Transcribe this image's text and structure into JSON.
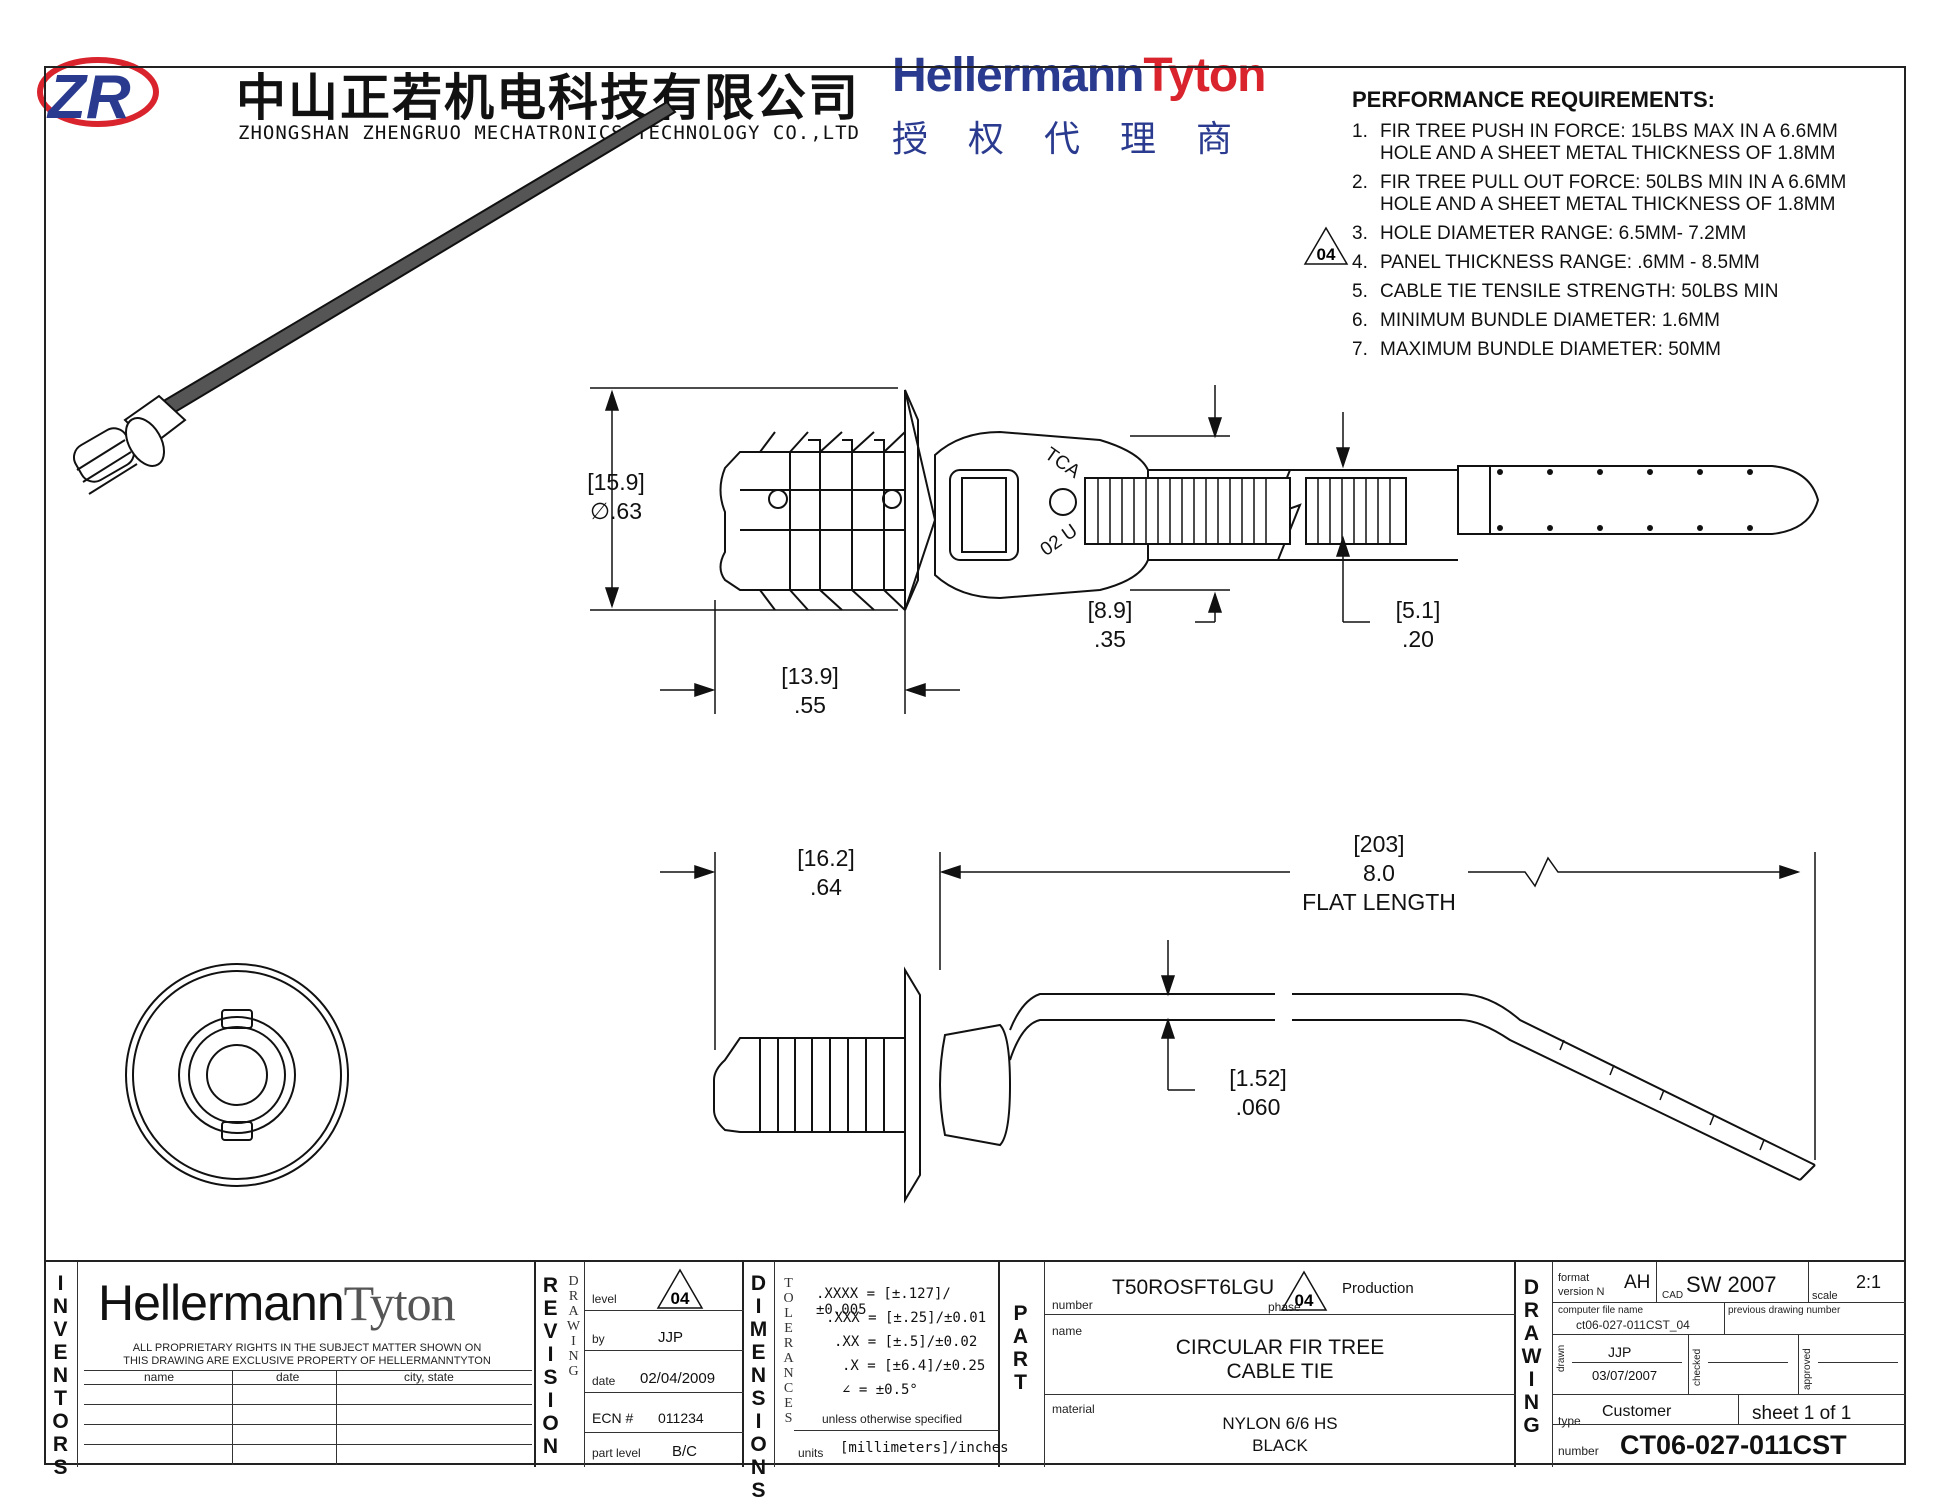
{
  "header": {
    "zr_logo_text": "ZR",
    "company_cn": "中山正若机电科技有限公司",
    "company_en": "ZHONGSHAN ZHENGRUO MECHATRONICS TECHNOLOGY CO.,LTD",
    "brand_part1": "Hellermann",
    "brand_part2": "Tyton",
    "brand_cn": "授权代理商"
  },
  "performance": {
    "title": "PERFORMANCE REQUIREMENTS:",
    "revision_marker": "04",
    "items": [
      {
        "num": "1.",
        "text": "FIR TREE PUSH IN FORCE:  15LBS MAX IN A 6.6MM\nHOLE AND A SHEET METAL THICKNESS OF 1.8MM"
      },
      {
        "num": "2.",
        "text": "FIR TREE PULL OUT FORCE:  50LBS MIN IN A 6.6MM\nHOLE AND A SHEET METAL THICKNESS OF 1.8MM"
      },
      {
        "num": "3.",
        "text": "HOLE DIAMETER RANGE:  6.5MM- 7.2MM"
      },
      {
        "num": "4.",
        "text": "PANEL THICKNESS RANGE:  .6MM - 8.5MM"
      },
      {
        "num": "5.",
        "text": "CABLE TIE TENSILE STRENGTH:  50LBS MIN"
      },
      {
        "num": "6.",
        "text": "MINIMUM BUNDLE DIAMETER:  1.6MM"
      },
      {
        "num": "7.",
        "text": "MAXIMUM BUNDLE DIAMETER: 50MM"
      }
    ]
  },
  "dimensions": {
    "d1_mm": "[15.9]",
    "d1_in": "∅.63",
    "d2_mm": "[8.9]",
    "d2_in": ".35",
    "d3_mm": "[5.1]",
    "d3_in": ".20",
    "d4_mm": "[13.9]",
    "d4_in": ".55",
    "d5_mm": "[16.2]",
    "d5_in": ".64",
    "d6_mm": "[203]",
    "d6_in": "8.0",
    "d6_note": "FLAT LENGTH",
    "d7_mm": "[1.52]",
    "d7_in": ".060"
  },
  "part_marks": {
    "head_top": "TCA",
    "head_bottom": "02 U"
  },
  "title_block": {
    "inventors": {
      "label": "INVENTORS",
      "brand_part1": "Hellermann",
      "brand_part2": "Tyton",
      "rights_line1": "ALL PROPRIETARY RIGHTS IN THE SUBJECT MATTER SHOWN ON",
      "rights_line2": "THIS DRAWING ARE EXCLUSIVE PROPERTY OF HELLERMANNTYTON",
      "col_name": "name",
      "col_date": "date",
      "col_city": "city, state"
    },
    "revision": {
      "label": "REVISION",
      "sub_label": "DRAWING",
      "level_label": "level",
      "level": "04",
      "by_label": "by",
      "by": "JJP",
      "date_label": "date",
      "date": "02/04/2009",
      "ecn_label": "ECN #",
      "ecn": "011234",
      "part_level_label": "part level",
      "part_level": "B/C"
    },
    "dimensions": {
      "label": "DIMENSIONS",
      "sub_label": "TOLERANCES",
      "rows": [
        ".XXXX = [±.127]/±0.005",
        ".XXX = [±.25]/±0.01",
        ".XX = [±.5]/±0.02",
        ".X = [±6.4]/±0.25",
        "∠ = ±0.5°"
      ],
      "unless": "unless otherwise specified",
      "units_label": "units",
      "units": "[millimeters]/inches"
    },
    "part": {
      "label": "PART",
      "number_label": "number",
      "number": "T50ROSFT6LGU",
      "phase_label": "phase",
      "phase": "04",
      "phase_status": "Production",
      "name_label": "name",
      "name_line1": "CIRCULAR FIR TREE",
      "name_line2": "CABLE TIE",
      "material_label": "material",
      "material_line1": "NYLON 6/6 HS",
      "material_line2": "BLACK"
    },
    "drawing": {
      "label": "DRAWING",
      "format_label": "format",
      "version_label": "version N",
      "format_value": "AH",
      "cad_label": "CAD",
      "cad": "SW 2007",
      "scale_label": "scale",
      "scale": "2:1",
      "computer_file_label": "computer file name",
      "computer_file": "ct06-027-011CST_04",
      "previous_label": "previous drawing number",
      "drawn_label": "drawn",
      "drawn_by": "JJP",
      "drawn_date": "03/07/2007",
      "checked_label": "checked",
      "approved_label": "approved",
      "type_label": "type",
      "type": "Customer",
      "sheet": "sheet 1 of 1",
      "number_label": "number",
      "number": "CT06-027-011CST"
    }
  }
}
